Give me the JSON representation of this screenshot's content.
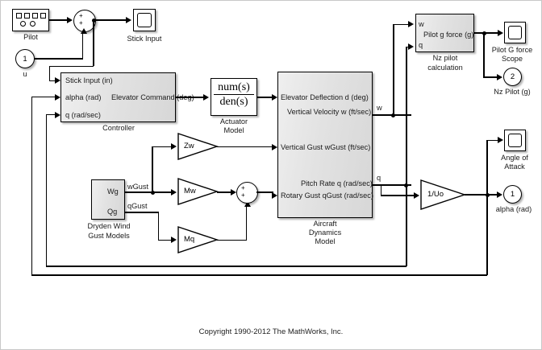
{
  "figure": {
    "copyright": "Copyright 1990-2012 The MathWorks, Inc.",
    "background": "#ffffff",
    "border_color": "#c8c8c8"
  },
  "blocks": {
    "pilot": {
      "label": "Pilot",
      "icon": "signal-builder-icon"
    },
    "stick_scope": {
      "label": "Stick Input",
      "icon": "scope-icon"
    },
    "u_port": {
      "label": "u",
      "number": "1"
    },
    "controller": {
      "label": "Controller",
      "inputs": [
        "Stick Input (in)",
        "alpha (rad)",
        "q (rad/sec)"
      ],
      "outputs": [
        "Elevator Command (deg)"
      ]
    },
    "actuator": {
      "label_line1": "Actuator",
      "label_line2": "Model",
      "num": "num(s)",
      "den": "den(s)"
    },
    "aircraft": {
      "label_line1": "Aircraft",
      "label_line2": "Dynamics",
      "label_line3": "Model",
      "inputs": [
        "Elevator Deflection d (deg)",
        "Vertical Gust wGust (ft/sec)",
        "Rotary Gust qGust (rad/sec)"
      ],
      "outputs": [
        "Vertical Velocity w (ft/sec)",
        "Pitch Rate q (rad/sec)"
      ]
    },
    "dryden": {
      "label_line1": "Dryden Wind",
      "label_line2": "Gust Models",
      "outputs": [
        "Wg",
        "Qg"
      ],
      "signal_labels": [
        "wGust",
        "qGust"
      ]
    },
    "nz_pilot": {
      "label_line1": "Nz pilot",
      "label_line2": "calculation",
      "inputs": [
        "w",
        "q"
      ],
      "outputs": [
        "Pilot g force (g)"
      ]
    },
    "pilot_g_scope": {
      "label_line1": "Pilot G force",
      "label_line2": "Scope",
      "icon": "scope-icon"
    },
    "nz_pilot_port": {
      "label": "Nz Pilot (g)",
      "number": "2"
    },
    "aoa_scope": {
      "label_line1": "Angle of",
      "label_line2": "Attack",
      "icon": "scope-icon"
    },
    "alpha_port": {
      "label": "alpha (rad)",
      "number": "1"
    }
  },
  "gains": [
    {
      "name": "gain-zw",
      "label": "Zw"
    },
    {
      "name": "gain-mw",
      "label": "Mw"
    },
    {
      "name": "gain-mq",
      "label": "Mq"
    },
    {
      "name": "gain-1-uo",
      "label": "1/Uo"
    }
  ],
  "sums": [
    {
      "name": "sum-stick",
      "signs": [
        "+",
        "+"
      ]
    },
    {
      "name": "sum-gust",
      "signs": [
        "+",
        "+"
      ]
    }
  ],
  "signal_labels": {
    "w": "w",
    "q": "q"
  }
}
